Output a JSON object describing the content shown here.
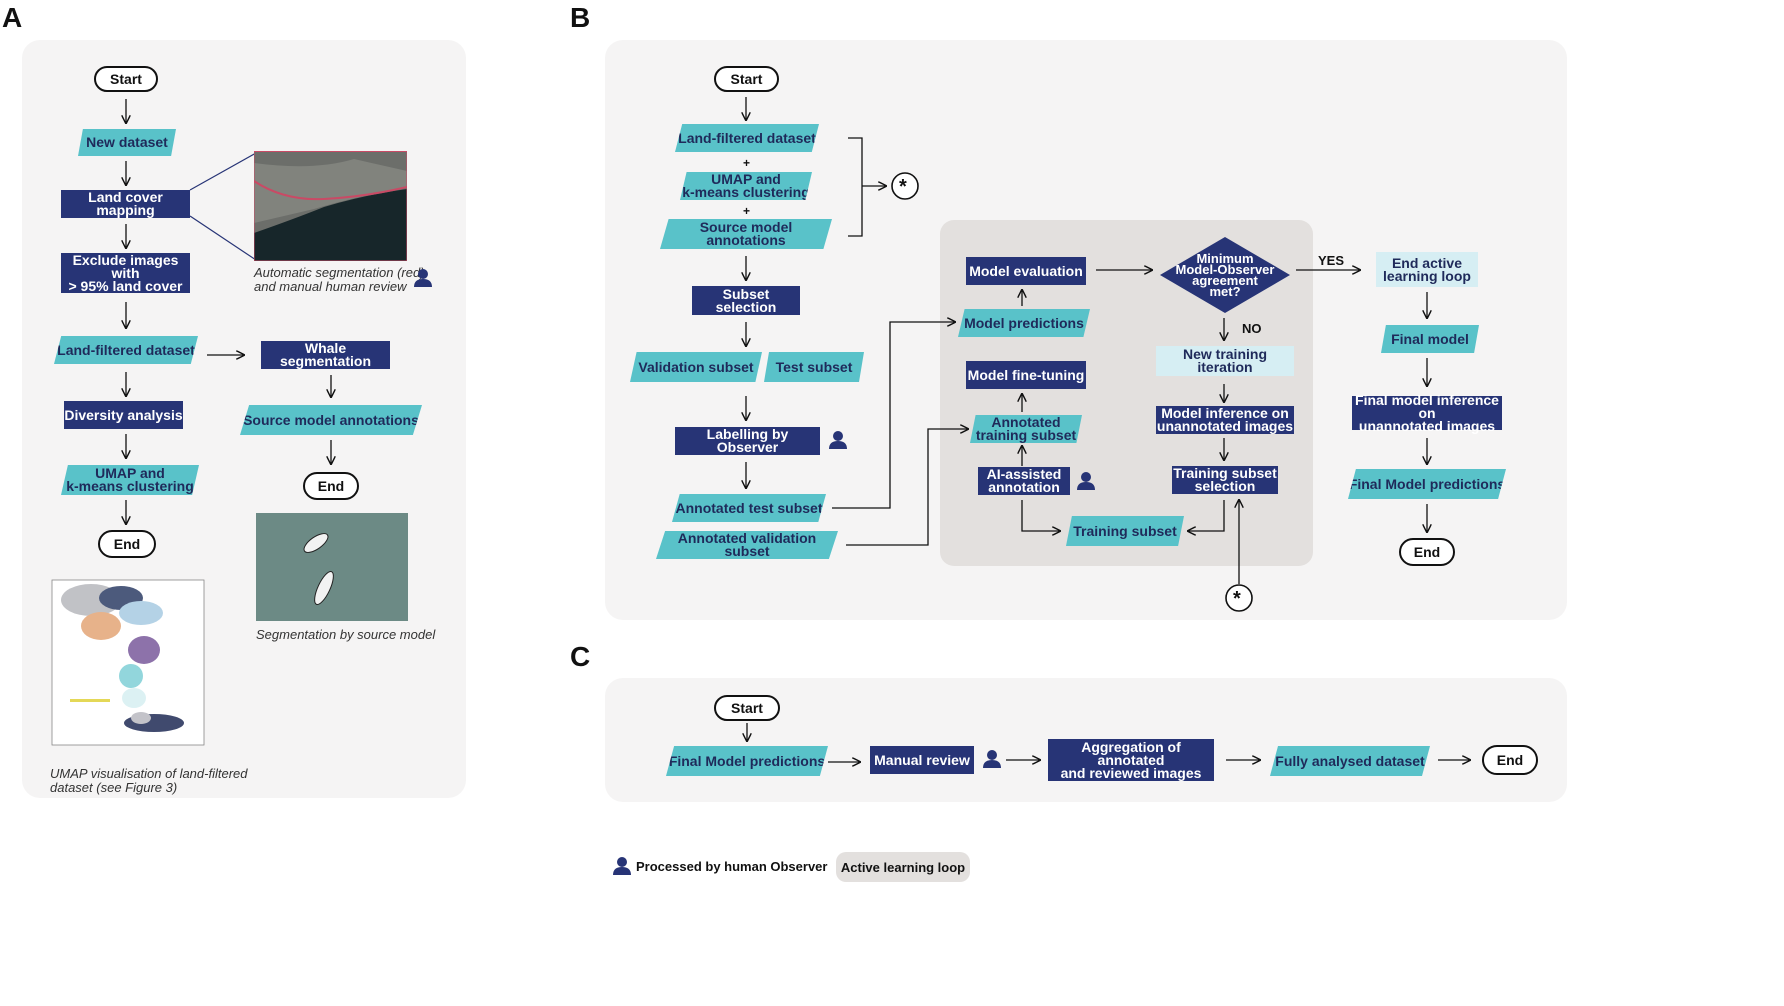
{
  "panels": {
    "a": "A",
    "b": "B",
    "c": "C"
  },
  "a": {
    "start": "Start",
    "new_dataset": "New dataset",
    "land_cover": "Land cover mapping",
    "exclude": "Exclude images with\n> 95% land cover",
    "land_filtered": "Land-filtered dataset",
    "diversity": "Diversity analysis",
    "umap": "UMAP and\nk-means clustering",
    "end": "End",
    "whale_seg": "Whale segmentation",
    "source_ann": "Source model annotations",
    "end2": "End",
    "cap_seg": "Automatic segmentation (red)\nand manual human review",
    "cap_source": "Segmentation by source model",
    "cap_umap": "UMAP visualisation of land-filtered\ndataset (see Figure 3)"
  },
  "b": {
    "start": "Start",
    "land_filtered": "Land-filtered dataset",
    "plus": "+",
    "umap": "UMAP and\nk-means clustering",
    "source_ann": "Source model annotations",
    "subset_sel": "Subset selection",
    "val_subset": "Validation subset",
    "test_subset": "Test subset",
    "labelling": "Labelling by Observer",
    "ann_test": "Annotated test subset",
    "ann_val": "Annotated validation subset",
    "model_eval": "Model evaluation",
    "model_pred": "Model predictions",
    "fine_tune": "Model fine-tuning",
    "ann_train": "Annotated\ntraining subset",
    "ai_ann": "AI-assisted\nannotation",
    "train_subset": "Training subset",
    "min_agree": "Minimum\nModel-Observer\nagreement\nmet?",
    "no": "NO",
    "yes": "YES",
    "new_iter": "New training iteration",
    "inference": "Model inference on\nunannotated images",
    "train_sel": "Training subset\nselection",
    "end_active": "End active\nlearning loop",
    "final_model": "Final model",
    "final_inf": "Final model inference on\nunannotated images",
    "final_pred": "Final Model predictions",
    "end": "End",
    "star": "*"
  },
  "c": {
    "start": "Start",
    "final_pred": "Final Model predictions",
    "manual": "Manual review",
    "aggregation": "Aggregation of annotated\nand reviewed images",
    "fully": "Fully analysed dataset",
    "end": "End"
  },
  "legend": {
    "observer": "Processed by human Observer",
    "loop": "Active learning loop"
  },
  "colors": {
    "navy": "#273476",
    "teal": "#59c2c9",
    "light": "#d6eef3",
    "panel": "#f5f4f4",
    "loop": "#e3e0de"
  }
}
